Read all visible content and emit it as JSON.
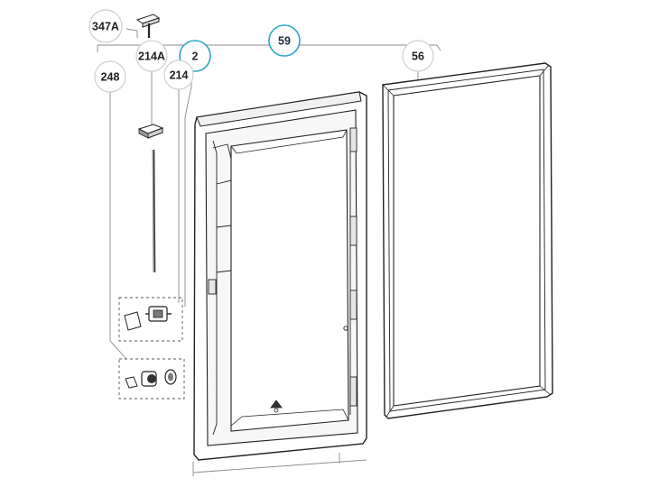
{
  "figure": "Exploded parts diagram of a refrigerator door",
  "colors": {
    "line": "#222222",
    "leader": "#8a8a8a",
    "highlight_ring": "#2aa7c9",
    "plain_ring": "#cfcfcf",
    "panel_fill": "#f7f7f7"
  },
  "parts": [
    {
      "id": "p347A",
      "label": "347A",
      "highlighted": false
    },
    {
      "id": "p59",
      "label": "59",
      "highlighted": true
    },
    {
      "id": "p214A",
      "label": "214A",
      "highlighted": false
    },
    {
      "id": "p2",
      "label": "2",
      "highlighted": true
    },
    {
      "id": "p56",
      "label": "56",
      "highlighted": false
    },
    {
      "id": "p248",
      "label": "248",
      "highlighted": false
    },
    {
      "id": "p214",
      "label": "214",
      "highlighted": false
    }
  ]
}
